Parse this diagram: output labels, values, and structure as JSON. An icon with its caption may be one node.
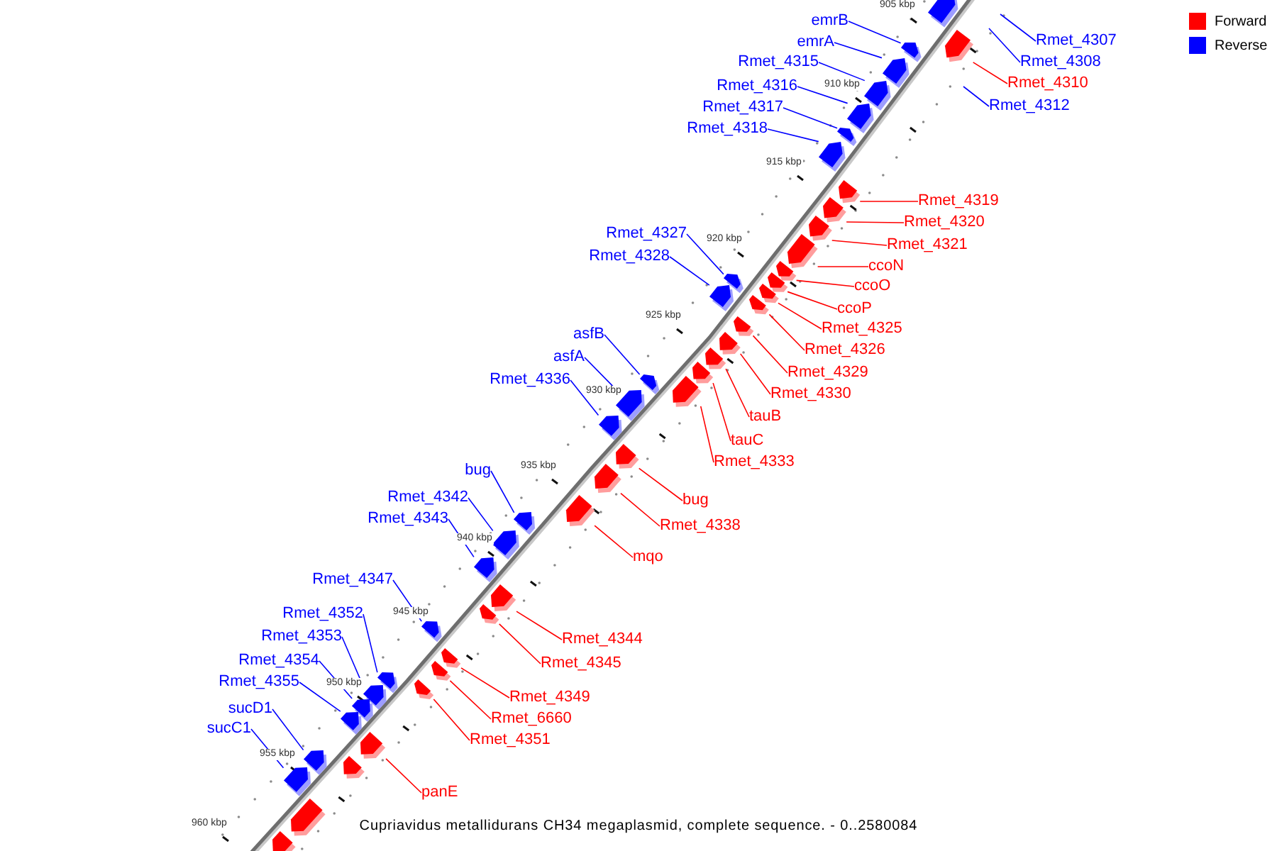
{
  "diagram": {
    "caption": "Cupriavidus metallidurans CH34 megaplasmid, complete sequence. - 0..2580084",
    "nodes": [
      {
        "text": [
          "Rmet_4307"
        ]
      },
      {
        "text": [
          "Rmet_4308"
        ]
      },
      {
        "text": [
          "emrB"
        ]
      },
      {
        "text": [],
        "shape": "arrow"
      },
      {
        "text": [
          "emrA"
        ]
      },
      {
        "text": [],
        "shape": "arrow"
      },
      {
        "text": [
          "Rmet_4310"
        ]
      },
      {
        "text": [],
        "shape": "arrow"
      },
      {
        "text": [
          "Rmet_4315"
        ]
      },
      {
        "text": [],
        "shape": "arrow"
      },
      {
        "text": [
          "Rmet_4316"
        ]
      },
      {
        "text": [],
        "shape": "arrow"
      },
      {
        "text": [
          "Rmet_4312"
        ]
      },
      {
        "text": [
          "Rmet_4317"
        ]
      },
      {
        "text": [],
        "shape": "arrow"
      },
      {
        "text": [
          "Rmet_4318"
        ]
      },
      {
        "text": [],
        "shape": "arrow"
      },
      {
        "text": [
          "Rmet_4319"
        ]
      },
      {
        "text": [],
        "shape": "arrow"
      },
      {
        "text": [
          "Rmet_4320"
        ]
      },
      {
        "text": [],
        "shape": "arrow"
      },
      {
        "text": [
          "Rmet_4327"
        ]
      },
      {
        "text": [],
        "shape": "arrow"
      },
      {
        "text": [
          "Rmet_4321"
        ]
      },
      {
        "text": [],
        "shape": "arrow"
      },
      {
        "text": [
          "Rmet_4328"
        ]
      },
      {
        "text": [],
        "shape": "arrow"
      },
      {
        "text": [
          "ccoN"
        ]
      },
      {
        "text": [],
        "shape": "arrow"
      },
      {
        "text": [
          "ccoO"
        ]
      },
      {
        "text": [],
        "shape": "arrow"
      },
      {
        "text": [
          "ccoP"
        ]
      },
      {
        "text": [],
        "shape": "arrow"
      },
      {
        "text": [
          "Rmet_4325"
        ]
      },
      {
        "text": [],
        "shape": "arrow"
      },
      {
        "text": [
          "asfB"
        ]
      },
      {
        "text": [],
        "shape": "arrow"
      },
      {
        "text": [
          "Rmet_4326"
        ]
      },
      {
        "text": [],
        "shape": "arrow"
      },
      {
        "text": [
          "asfA"
        ]
      },
      {
        "text": [],
        "shape": "arrow"
      },
      {
        "text": [
          "Rmet_4329"
        ]
      },
      {
        "text": [],
        "shape": "arrow"
      },
      {
        "text": [
          "Rmet_4336"
        ]
      },
      {
        "text": [],
        "shape": "arrow"
      },
      {
        "text": [
          "Rmet_4330"
        ]
      },
      {
        "text": [],
        "shape": "arrow"
      },
      {
        "text": [
          "tauB"
        ]
      },
      {
        "text": [],
        "shape": "arrow"
      },
      {
        "text": [
          "tauC"
        ]
      },
      {
        "text": [],
        "shape": "arrow"
      },
      {
        "text": [
          "Rmet_4333"
        ]
      },
      {
        "text": [],
        "shape": "arrow"
      },
      {
        "text": [
          "bug"
        ]
      },
      {
        "text": [],
        "shape": "arrow"
      },
      {
        "text": [
          "bug"
        ]
      },
      {
        "text": [],
        "shape": "arrow"
      },
      {
        "text": [
          "Rmet_4342"
        ]
      },
      {
        "text": [],
        "shape": "arrow"
      },
      {
        "text": [
          "Rmet_4343"
        ]
      },
      {
        "text": [],
        "shape": "arrow"
      },
      {
        "text": [
          "Rmet_4338"
        ]
      },
      {
        "text": [],
        "shape": "arrow"
      },
      {
        "text": [
          "mqo"
        ]
      },
      {
        "text": [],
        "shape": "arrow"
      },
      {
        "text": [
          "Rmet_4347"
        ]
      },
      {
        "text": [],
        "shape": "arrow"
      },
      {
        "text": [
          "Rmet_4352"
        ]
      },
      {
        "text": [],
        "shape": "arrow"
      },
      {
        "text": [
          "Rmet_4344"
        ]
      },
      {
        "text": [],
        "shape": "arrow"
      },
      {
        "text": [
          "Rmet_4353"
        ]
      },
      {
        "text": [],
        "shape": "arrow"
      },
      {
        "text": [
          "Rmet_4345"
        ]
      },
      {
        "text": [],
        "shape": "arrow"
      },
      {
        "text": [
          "Rmet_4354"
        ]
      },
      {
        "text": [],
        "shape": "arrow"
      },
      {
        "text": [
          "Rmet_4355"
        ]
      },
      {
        "text": [],
        "shape": "arrow"
      },
      {
        "text": [
          "Rmet_4349"
        ]
      },
      {
        "text": [],
        "shape": "arrow"
      },
      {
        "text": [
          "Rmet_6660"
        ]
      },
      {
        "text": [],
        "shape": "arrow"
      },
      {
        "text": [
          "sucD1"
        ]
      },
      {
        "text": [],
        "shape": "arrow"
      },
      {
        "text": [
          "sucC1"
        ]
      },
      {
        "text": [],
        "shape": "arrow"
      },
      {
        "text": [
          "Rmet_4351"
        ]
      },
      {
        "text": [],
        "shape": "arrow"
      },
      {
        "text": [
          "panE"
        ]
      },
      {
        "text": [],
        "shape": "arrow"
      },
      {
        "text": [],
        "shape": "arrow"
      },
      {
        "text": [],
        "shape": "arrow"
      },
      {
        "text": [],
        "shape": "arrow"
      },
      {
        "text": [],
        "shape": "arrow"
      }
    ],
    "edges": [
      {
        "from": 0,
        "to": null,
        "arrow": "none"
      },
      {
        "from": 1,
        "to": null,
        "arrow": "none"
      },
      {
        "from": 2,
        "to": 3,
        "arrow": "none"
      },
      {
        "from": 4,
        "to": 5,
        "arrow": "none"
      },
      {
        "from": 6,
        "to": 7,
        "arrow": "none",
        "color": "#ff0000"
      },
      {
        "from": 8,
        "to": 9,
        "arrow": "none"
      },
      {
        "from": 10,
        "to": 11,
        "arrow": "none"
      },
      {
        "from": 12,
        "to": null,
        "arrow": "none"
      },
      {
        "from": 13,
        "to": 14,
        "arrow": "none"
      },
      {
        "from": 15,
        "to": 16,
        "arrow": "none"
      },
      {
        "from": 17,
        "to": 18,
        "arrow": "none",
        "color": "#ff0000"
      },
      {
        "from": 19,
        "to": 20,
        "arrow": "none",
        "color": "#ff0000"
      },
      {
        "from": 21,
        "to": 22,
        "arrow": "none"
      },
      {
        "from": 23,
        "to": 24,
        "arrow": "none",
        "color": "#ff0000"
      },
      {
        "from": 25,
        "to": 26,
        "arrow": "none"
      },
      {
        "from": 27,
        "to": 28,
        "arrow": "none",
        "color": "#ff0000"
      },
      {
        "from": 29,
        "to": 30,
        "arrow": "none",
        "color": "#ff0000"
      },
      {
        "from": 31,
        "to": 32,
        "arrow": "none",
        "color": "#ff0000"
      },
      {
        "from": 33,
        "to": 34,
        "arrow": "none",
        "color": "#ff0000"
      },
      {
        "from": 35,
        "to": 36,
        "arrow": "none"
      },
      {
        "from": 37,
        "to": 38,
        "arrow": "none",
        "color": "#ff0000"
      },
      {
        "from": 39,
        "to": 40,
        "arrow": "none"
      },
      {
        "from": 41,
        "to": 42,
        "arrow": "none",
        "color": "#ff0000"
      },
      {
        "from": 43,
        "to": 44,
        "arrow": "none"
      },
      {
        "from": 45,
        "to": 46,
        "arrow": "none",
        "color": "#ff0000"
      },
      {
        "from": 47,
        "to": 48,
        "arrow": "none",
        "color": "#ff0000"
      },
      {
        "from": 49,
        "to": 50,
        "arrow": "none",
        "color": "#ff0000"
      },
      {
        "from": 51,
        "to": 52,
        "arrow": "none",
        "color": "#ff0000"
      },
      {
        "from": 53,
        "to": 54,
        "arrow": "none"
      },
      {
        "from": 55,
        "to": 56,
        "arrow": "none",
        "color": "#ff0000"
      },
      {
        "from": 57,
        "to": 58,
        "arrow": "none"
      },
      {
        "from": 59,
        "to": 60,
        "arrow": "none"
      },
      {
        "from": 61,
        "to": 62,
        "arrow": "none",
        "color": "#ff0000"
      },
      {
        "from": 63,
        "to": 64,
        "arrow": "none",
        "color": "#ff0000"
      },
      {
        "from": 65,
        "to": 66,
        "arrow": "none"
      },
      {
        "from": 67,
        "to": 68,
        "arrow": "none"
      },
      {
        "from": 69,
        "to": 70,
        "arrow": "none",
        "color": "#ff0000"
      },
      {
        "from": 71,
        "to": 72,
        "arrow": "none"
      },
      {
        "from": 73,
        "to": 74,
        "arrow": "none",
        "color": "#ff0000"
      },
      {
        "from": 75,
        "to": 76,
        "arrow": "none"
      },
      {
        "from": 77,
        "to": 78,
        "arrow": "none"
      },
      {
        "from": 79,
        "to": 80,
        "arrow": "none",
        "color": "#ff0000"
      },
      {
        "from": 81,
        "to": 82,
        "arrow": "none",
        "color": "#ff0000"
      },
      {
        "from": 83,
        "to": 84,
        "arrow": "none"
      },
      {
        "from": 85,
        "to": 86,
        "arrow": "none"
      },
      {
        "from": 87,
        "to": 88,
        "arrow": "none",
        "color": "#ff0000"
      },
      {
        "from": 89,
        "to": 90,
        "arrow": "none",
        "color": "#ff0000"
      }
    ],
    "labels": [
      "905 kbp",
      "910 kbp",
      "915 kbp",
      "920 kbp",
      "925 kbp",
      "930 kbp",
      "935 kbp",
      "940 kbp",
      "945 kbp",
      "950 kbp",
      "955 kbp",
      "960 kbp"
    ],
    "legend": [
      {
        "text": "Forward",
        "color": "#ff0000"
      },
      {
        "text": "Reverse",
        "color": "#0000ff"
      }
    ]
  }
}
